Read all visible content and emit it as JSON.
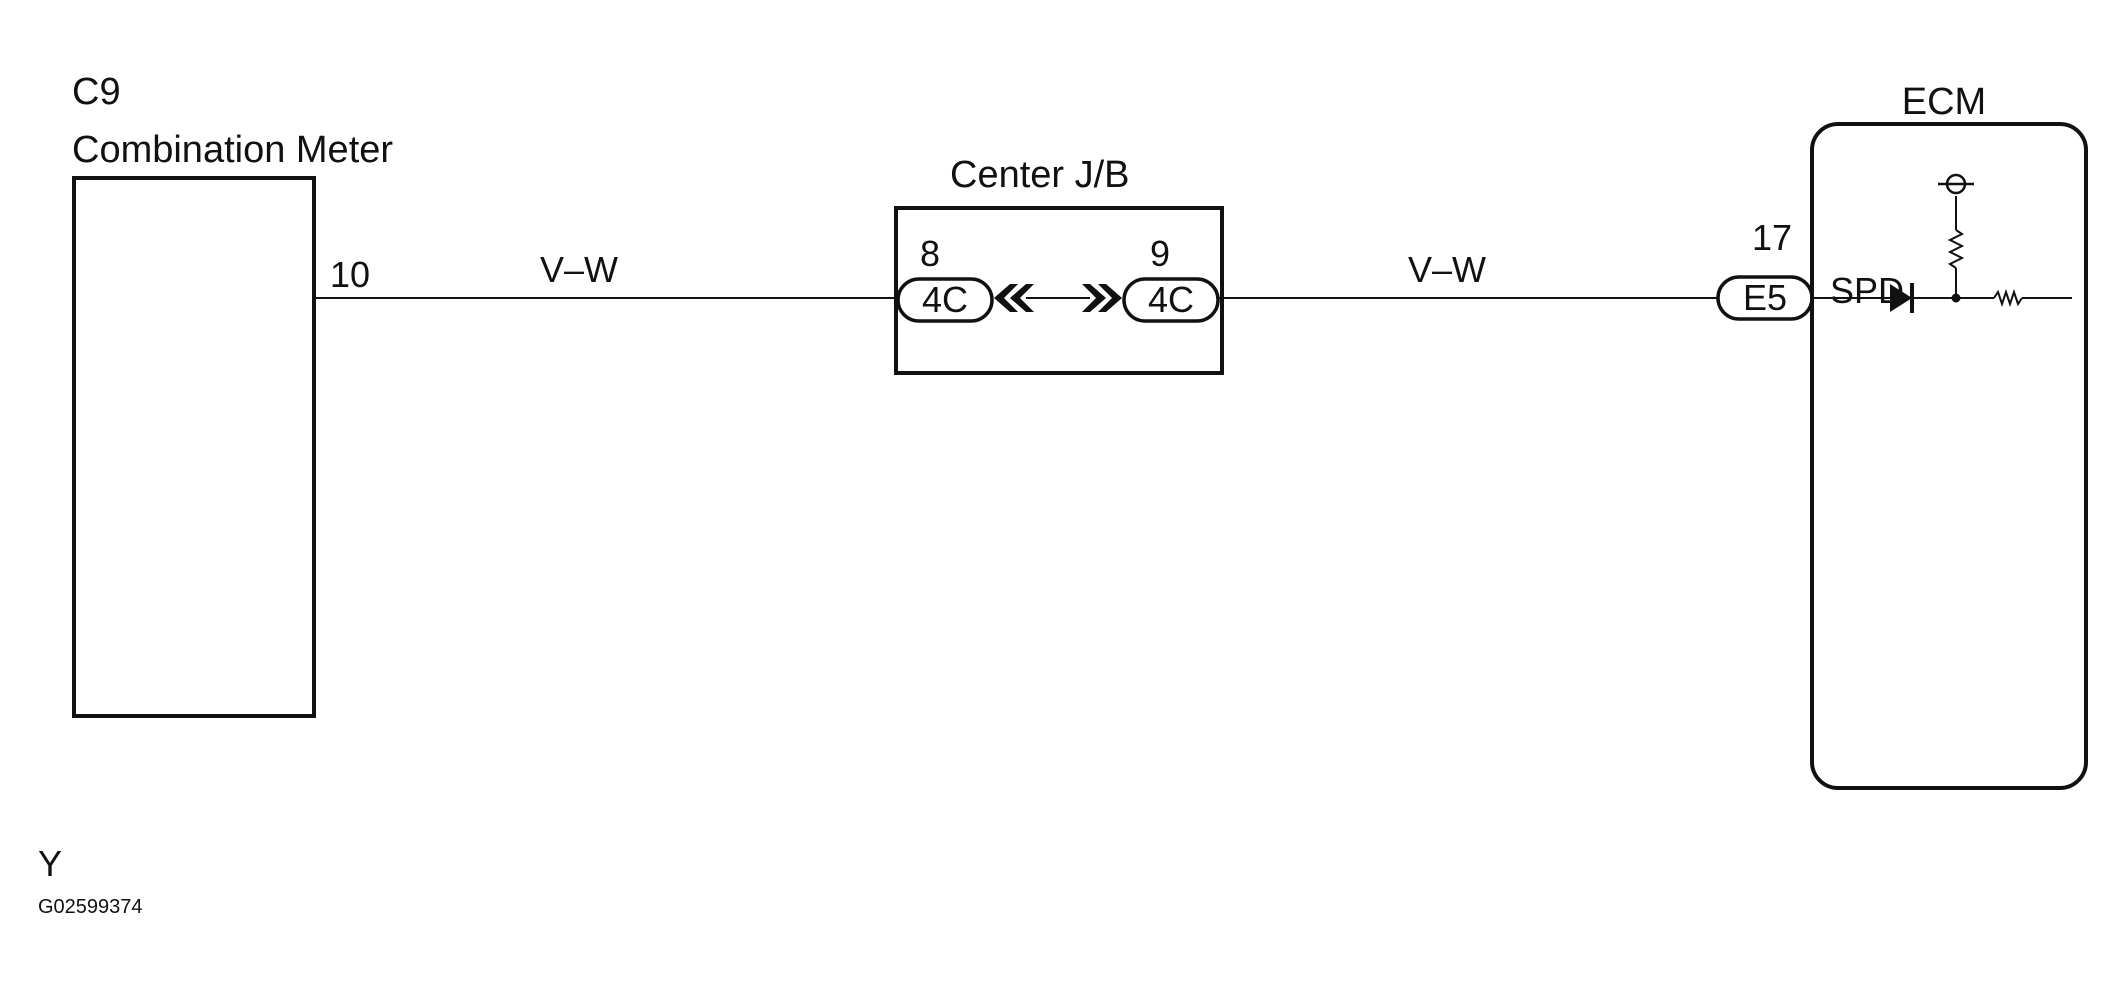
{
  "meter": {
    "code": "C9",
    "name": "Combination Meter",
    "pin_number": "10"
  },
  "junction_block": {
    "name": "Center J/B",
    "left_pin": {
      "number": "8",
      "connector": "4C"
    },
    "right_pin": {
      "number": "9",
      "connector": "4C"
    }
  },
  "ecm": {
    "name": "ECM",
    "pin_number": "17",
    "connector": "E5",
    "signal": "SPD"
  },
  "wires": {
    "left_color": "V–W",
    "right_color": "V–W"
  },
  "footer": {
    "wire_color_code": "Y",
    "figure_id": "G02599374"
  },
  "colors": {
    "line": "#111111",
    "background": "#ffffff"
  }
}
